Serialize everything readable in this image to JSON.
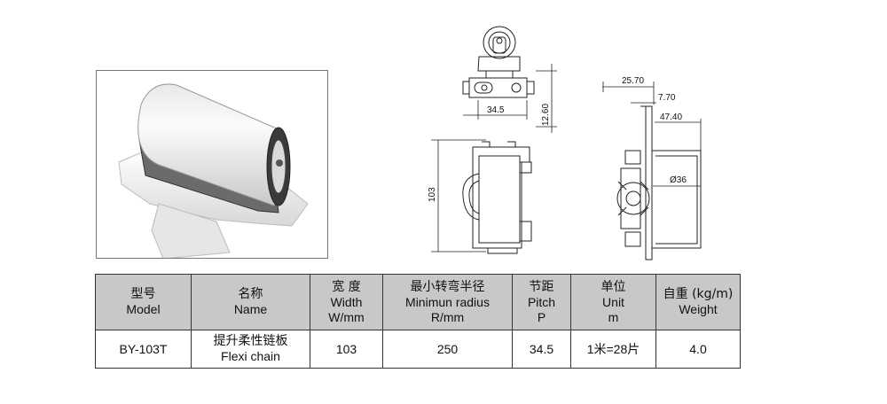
{
  "drawing": {
    "top_view": {
      "width_dim": "34.5",
      "height_dim": "12.60"
    },
    "front_view": {
      "height_dim": "103"
    },
    "side_view": {
      "dim_a": "25.70",
      "dim_b": "7.70",
      "dim_c": "47.40",
      "diameter": "Ø36"
    }
  },
  "table": {
    "headers": [
      {
        "cn": "型号",
        "en": [
          "Model"
        ]
      },
      {
        "cn": "名称",
        "en": [
          "Name"
        ]
      },
      {
        "cn": "宽 度",
        "en": [
          "Width",
          "W/mm"
        ]
      },
      {
        "cn": "最小转弯半径",
        "en": [
          "Minimun radius",
          "R/mm"
        ]
      },
      {
        "cn": "节距",
        "en": [
          "Pitch",
          "P"
        ]
      },
      {
        "cn": "单位",
        "en": [
          "Unit",
          "m"
        ]
      },
      {
        "cn": "自重  (kg/m)",
        "en": [
          "Weight"
        ]
      }
    ],
    "row": {
      "model": "BY-103T",
      "name_cn": "提升柔性链板",
      "name_en": "Flexi chain",
      "width": "103",
      "radius": "250",
      "pitch": "34.5",
      "unit": "1米=28片",
      "weight": "4.0"
    }
  }
}
